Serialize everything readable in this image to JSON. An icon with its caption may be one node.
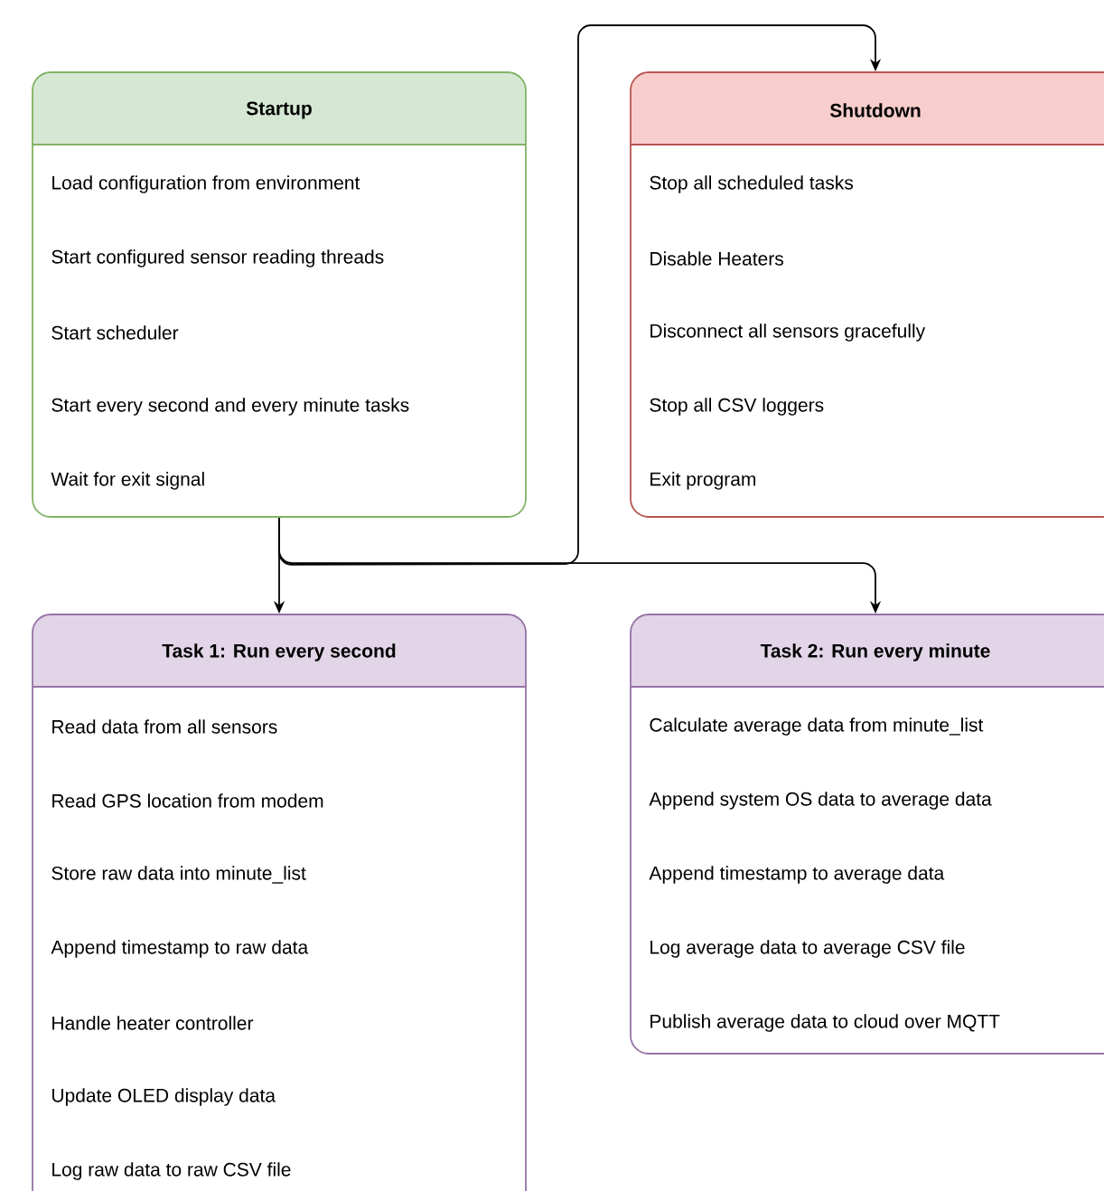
{
  "diagram": {
    "nodes": [
      {
        "text": [
          "Startup",
          "Load configuration from environment",
          "Start configured sensor reading threads",
          "Start scheduler",
          "Start every second and every minute tasks",
          "Wait for exit signal"
        ]
      },
      {
        "text": [
          "Shutdown",
          "Stop all scheduled tasks",
          "Disable Heaters",
          "Disconnect all sensors gracefully",
          "Stop all CSV loggers",
          "Exit program"
        ]
      },
      {
        "text": [
          "Task 1: Run every second",
          "Read data from all sensors",
          "Read GPS location from modem",
          "Store raw data into minute_list",
          "Append timestamp to raw data",
          "Handle heater controller",
          "Update OLED display data",
          "Log raw data to raw CSV file"
        ]
      },
      {
        "text": [
          "Task 2: Run every minute",
          "Calculate average data from minute_list",
          "Append system OS data to average data",
          "Append timestamp to average data",
          "Log average data to average CSV file",
          "Publish average data to cloud over MQTT"
        ]
      }
    ],
    "edges": [
      {
        "from": 0,
        "to": 2,
        "arrow": "to"
      },
      {
        "from": 0,
        "to": 3,
        "arrow": "to"
      },
      {
        "from": 0,
        "to": 1,
        "arrow": "to"
      }
    ]
  }
}
